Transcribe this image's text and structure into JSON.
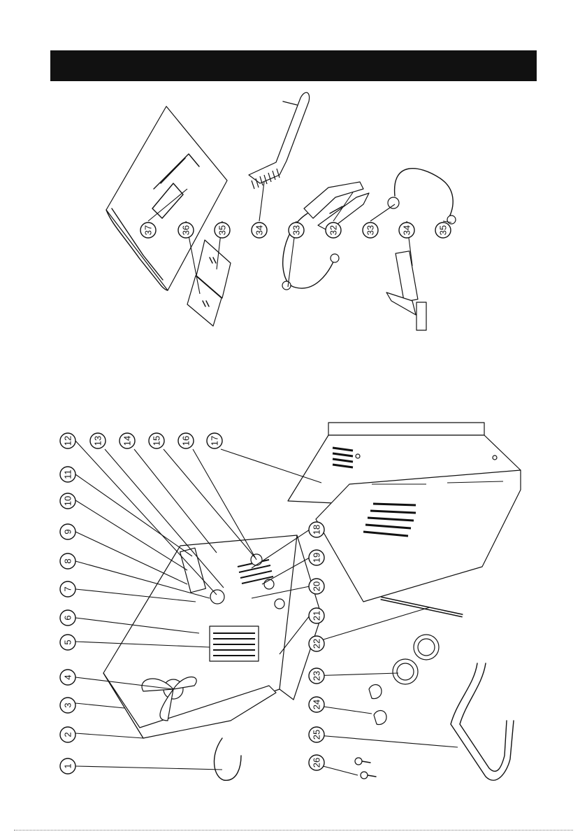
{
  "header": {
    "title": ""
  },
  "upper_labels": [
    {
      "id": "37",
      "text": "37"
    },
    {
      "id": "36",
      "text": "36"
    },
    {
      "id": "35a",
      "text": "35"
    },
    {
      "id": "34a",
      "text": "34"
    },
    {
      "id": "33a",
      "text": "33"
    },
    {
      "id": "32",
      "text": "32"
    },
    {
      "id": "33b",
      "text": "33"
    },
    {
      "id": "34b",
      "text": "34"
    },
    {
      "id": "35b",
      "text": "35"
    }
  ],
  "left_labels": [
    "1",
    "2",
    "3",
    "4",
    "5",
    "6",
    "7",
    "8",
    "9",
    "10",
    "11",
    "12",
    "13",
    "14",
    "15",
    "16",
    "17"
  ],
  "mid_labels": [
    "18",
    "19",
    "20",
    "21",
    "22",
    "23",
    "24",
    "25",
    "26"
  ],
  "colors": {
    "ink": "#111111",
    "paper": "#ffffff"
  }
}
